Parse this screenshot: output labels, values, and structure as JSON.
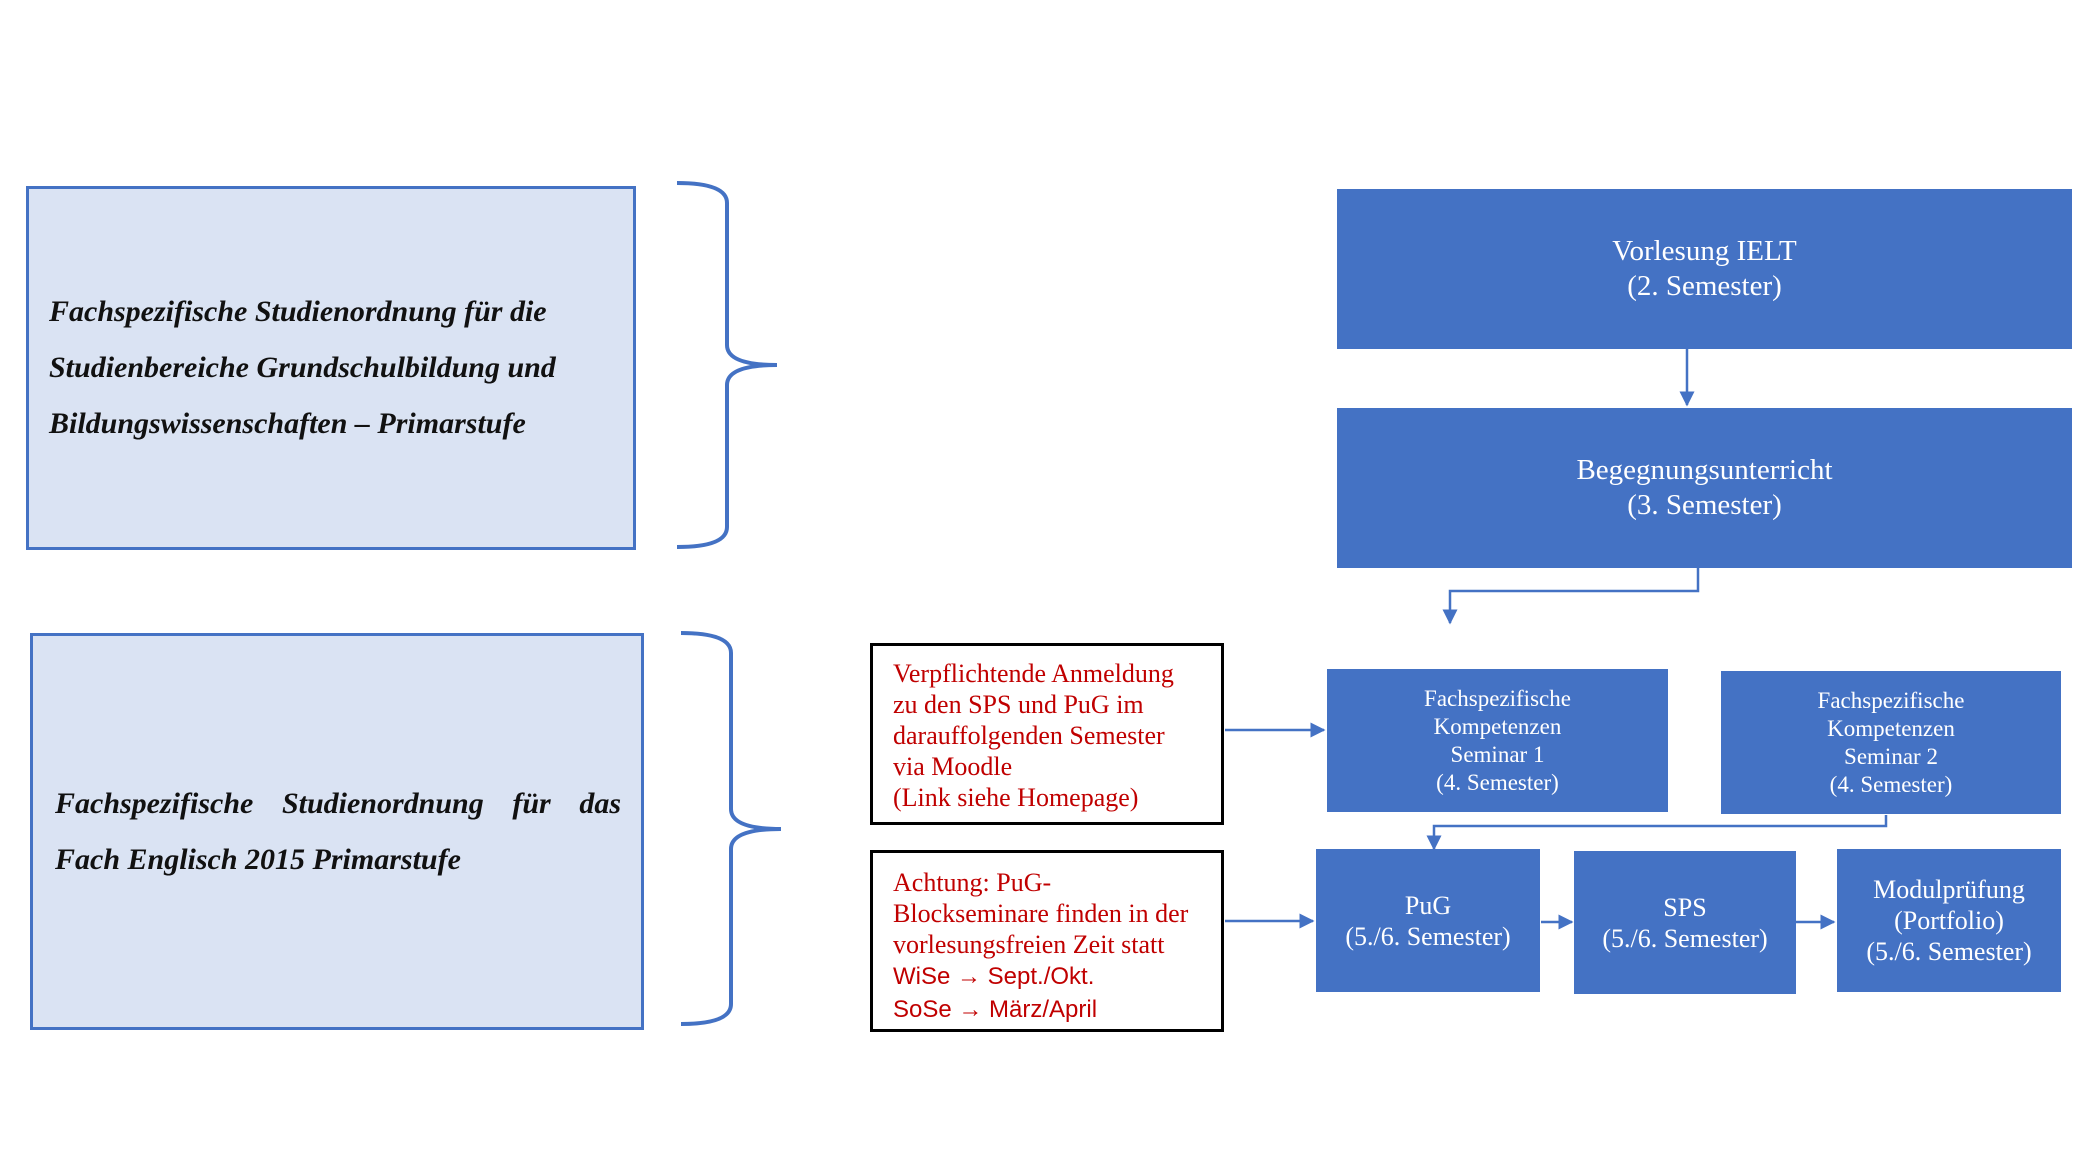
{
  "regulations": {
    "primary": "Fachspezifische Studienordnung für die Studienbereiche Grundschulbildung und Bildungswissenschaften – Primarstufe",
    "english": "Fachspezifische Studienordnung für das Fach Englisch 2015 Primarstufe"
  },
  "flow": {
    "vorlesung": {
      "title": "Vorlesung IELT",
      "semester": "(2. Semester)"
    },
    "begegnung": {
      "title": "Begegnungsunterricht",
      "semester": "(3. Semester)"
    },
    "seminar1": {
      "line1": "Fachspezifische",
      "line2": "Kompetenzen",
      "line3": "Seminar 1",
      "semester": "(4. Semester)"
    },
    "seminar2": {
      "line1": "Fachspezifische",
      "line2": "Kompetenzen",
      "line3": "Seminar 2",
      "semester": "(4. Semester)"
    },
    "pug": {
      "title": "PuG",
      "semester": "(5./6. Semester)"
    },
    "sps": {
      "title": "SPS",
      "semester": "(5./6. Semester)"
    },
    "modul": {
      "title": "Modulprüfung",
      "subtitle": "(Portfolio)",
      "semester": "(5./6. Semester)"
    }
  },
  "notes": {
    "registration": {
      "lines": [
        "Verpflichtende Anmeldung",
        "zu den SPS und PuG im",
        "darauffolgenden Semester",
        "via Moodle",
        "(Link siehe Homepage)"
      ]
    },
    "attention": {
      "lines": [
        "Achtung: PuG-",
        "Blockseminare finden in der",
        "vorlesungsfreien Zeit statt"
      ],
      "wise": "WiSe → Sept./Okt.",
      "sose": "SoSe → März/April"
    }
  },
  "colors": {
    "box_blue": "#4472c4",
    "light_blue": "#dae3f3",
    "note_text": "#c00000",
    "note_border": "#000000"
  }
}
